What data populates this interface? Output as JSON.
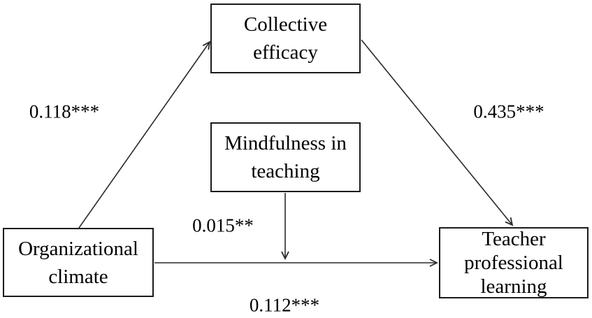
{
  "diagram": {
    "nodes": {
      "collective_efficacy": "Collective\nefficacy",
      "mindfulness_in_teaching": "Mindfulness in\nteaching",
      "organizational_climate": "Organizational\nclimate",
      "teacher_professional_learning": "Teacher\nprofessional\nlearning"
    },
    "coefficients": {
      "climate_to_efficacy": "0.118***",
      "efficacy_to_learning": "0.435***",
      "mindfulness_on_path": "0.015**",
      "climate_to_learning": "0.112***"
    },
    "colors": {
      "line": "#2a2a2a",
      "box_border": "#1b1b1b",
      "background": "#ffffff",
      "text": "#000000"
    }
  }
}
